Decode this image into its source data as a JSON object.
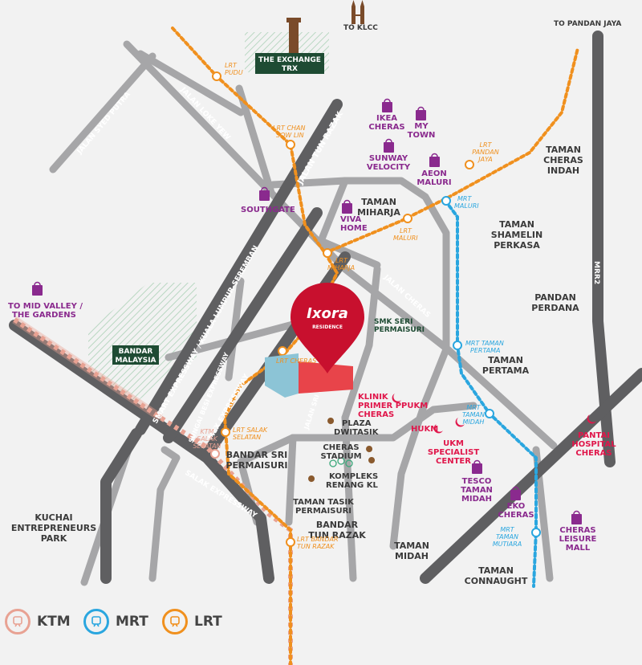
{
  "roads": {
    "jalan_syed_putra": "JALAN SYED PUTRA",
    "jalan_loke_yew": "JALAN LOKE YEW",
    "jalan_tun_razak": "JALAN TUN RAZAK",
    "smart_expressway": "SMART EXPRESSWAY / KUALA LUMPUR-SEREMBAN",
    "mex_expressway": "MEX EXPRESSWAY",
    "sungai_besi_expressway": "SUNGAI BESI EXPRESSWAY",
    "salak_expressway": "SALAK EXPRESSWAY",
    "jalan_cheras": "JALAN CHERAS",
    "jalan_sri_permaisuri": "JALAN SRI PERMAISURI",
    "mrr2": "MRR2"
  },
  "directions": {
    "to_klcc": "TO KLCC",
    "to_pandan_jaya": "TO PANDAN JAYA",
    "to_mid_valley_1": "TO MID VALLEY /",
    "to_mid_valley_2": "THE GARDENS"
  },
  "landmarks": {
    "exchange_1": "THE EXCHANGE",
    "exchange_2": "TRX",
    "bandar_malaysia_1": "BANDAR",
    "bandar_malaysia_2": "MALAYSIA",
    "smk_1": "SMK SERI",
    "smk_2": "PERMAISURI"
  },
  "areas": {
    "taman_miharja_1": "TAMAN",
    "taman_miharja_2": "MIHARJA",
    "taman_cheras_indah_1": "TAMAN",
    "taman_cheras_indah_2": "CHERAS",
    "taman_cheras_indah_3": "INDAH",
    "taman_shamelin_1": "TAMAN",
    "taman_shamelin_2": "SHAMELIN",
    "taman_shamelin_3": "PERKASA",
    "pandan_perdana_1": "PANDAN",
    "pandan_perdana_2": "PERDANA",
    "taman_pertama_1": "TAMAN",
    "taman_pertama_2": "PERTAMA",
    "bandar_sri_permaisuri_1": "BANDAR SRI",
    "bandar_sri_permaisuri_2": "PERMAISURI",
    "kuchai_1": "KUCHAI",
    "kuchai_2": "ENTREPRENEURS",
    "kuchai_3": "PARK",
    "bandar_tun_razak_1": "BANDAR",
    "bandar_tun_razak_2": "TUN RAZAK",
    "taman_midah_1": "TAMAN",
    "taman_midah_2": "MIDAH",
    "taman_connaught_1": "TAMAN",
    "taman_connaught_2": "CONNAUGHT"
  },
  "shopping": {
    "ikea_1": "IKEA",
    "ikea_2": "CHERAS",
    "mytown_1": "MY",
    "mytown_2": "TOWN",
    "sunway_1": "SUNWAY",
    "sunway_2": "VELOCITY",
    "aeon_1": "AEON",
    "aeon_2": "MALURI",
    "southgate": "SOUTHGATE",
    "viva_1": "VIVA",
    "viva_2": "HOME",
    "tesco_1": "TESCO",
    "tesco_2": "TAMAN",
    "tesco_3": "MIDAH",
    "eko_1": "EKO",
    "eko_2": "CHERAS",
    "leisure_1": "CHERAS",
    "leisure_2": "LEISURE",
    "leisure_3": "MALL"
  },
  "medical": {
    "klinik_1": "KLINIK",
    "klinik_2": "PRIMER PPUKM",
    "klinik_3": "CHERAS",
    "hukm": "HUKM",
    "ukm_1": "UKM",
    "ukm_2": "SPECIALIST",
    "ukm_3": "CENTER",
    "pantai_1": "PANTAI",
    "pantai_2": "HOSPITAL",
    "pantai_3": "CHERAS"
  },
  "places": {
    "plaza_1": "PLAZA",
    "plaza_2": "DWITASIK",
    "stadium_1": "CHERAS",
    "stadium_2": "STADIUM",
    "kompleks_1": "KOMPLEKS",
    "kompleks_2": "RENANG KL",
    "tasik_1": "TAMAN TASIK",
    "tasik_2": "PERMAISURI"
  },
  "stations": {
    "lrt_pudu_1": "LRT",
    "lrt_pudu_2": "PUDU",
    "lrt_chan_1": "LRT CHAN",
    "lrt_chan_2": "SOW LIN",
    "lrt_pandan_1": "LRT",
    "lrt_pandan_2": "PANDAN",
    "lrt_pandan_3": "JAYA",
    "lrt_maluri_1": "LRT",
    "lrt_maluri_2": "MALURI",
    "lrt_miharja_1": "LRT",
    "lrt_miharja_2": "MIHARJA",
    "lrt_cheras": "LRT CHERAS",
    "lrt_salak_1": "LRT SALAK",
    "lrt_salak_2": "SELATAN",
    "lrt_btr_1": "LRT BANDAR",
    "lrt_btr_2": "TUN RAZAK",
    "ktm_salak_1": "KTM",
    "ktm_salak_2": "SALAK",
    "ktm_salak_3": "SELATAN",
    "mrt_maluri_1": "MRT",
    "mrt_maluri_2": "MALURI",
    "mrt_pertama_1": "MRT TAMAN",
    "mrt_pertama_2": "PERTAMA",
    "mrt_midah_1": "MRT",
    "mrt_midah_2": "TAMAN",
    "mrt_midah_3": "MIDAH",
    "mrt_mutiara_1": "MRT",
    "mrt_mutiara_2": "TAMAN",
    "mrt_mutiara_3": "MUTIARA"
  },
  "brand": {
    "name": "Ixora",
    "sub": "RESIDENCE"
  },
  "legend": {
    "ktm": "KTM",
    "mrt": "MRT",
    "lrt": "LRT"
  },
  "colors": {
    "lrt": "#f0901e",
    "mrt": "#2aa6df",
    "ktm": "#e8a293",
    "brand": "#c8102e",
    "shopping": "#8a2a8e",
    "medical": "#e0174b",
    "dark_green": "#1e4b33"
  }
}
